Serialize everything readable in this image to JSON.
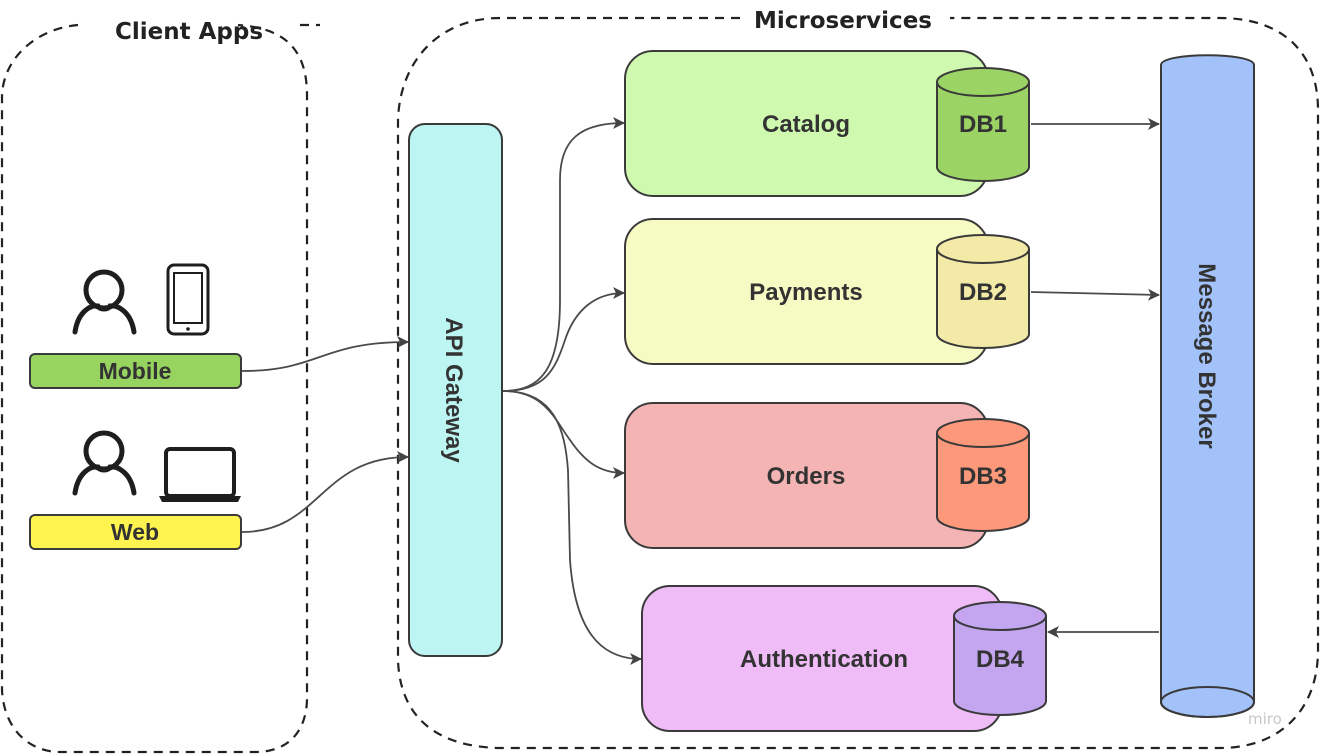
{
  "groups": {
    "client_apps": {
      "title": "Client Apps"
    },
    "microservices": {
      "title": "Microservices"
    }
  },
  "clients": [
    {
      "label": "Mobile",
      "device": "smartphone-icon",
      "user": "user-icon",
      "color": "#96d35f"
    },
    {
      "label": "Web",
      "device": "laptop-icon",
      "user": "user-icon",
      "color": "#fff44f"
    }
  ],
  "gateway": {
    "label": "API Gateway",
    "color": "#bcf5f2"
  },
  "services": [
    {
      "label": "Catalog",
      "color": "#d0f9b0",
      "db": {
        "label": "DB1",
        "color": "#9bd465"
      }
    },
    {
      "label": "Payments",
      "color": "#f6fac3",
      "db": {
        "label": "DB2",
        "color": "#f2eaa6"
      }
    },
    {
      "label": "Orders",
      "color": "#f3b4b3",
      "db": {
        "label": "DB3",
        "color": "#fd987a"
      }
    },
    {
      "label": "Authentication",
      "color": "#f0bcf8",
      "db": {
        "label": "DB4",
        "color": "#c3a6ef"
      }
    }
  ],
  "broker": {
    "label": "Message Broker",
    "color": "#a4c2fa"
  },
  "connections": [
    {
      "from": "Mobile",
      "to": "API Gateway"
    },
    {
      "from": "Web",
      "to": "API Gateway"
    },
    {
      "from": "API Gateway",
      "to": "Catalog"
    },
    {
      "from": "API Gateway",
      "to": "Payments"
    },
    {
      "from": "API Gateway",
      "to": "Orders"
    },
    {
      "from": "API Gateway",
      "to": "Authentication"
    },
    {
      "from": "DB1",
      "to": "Message Broker"
    },
    {
      "from": "DB2",
      "to": "Message Broker"
    },
    {
      "from": "Message Broker",
      "to": "DB4"
    }
  ],
  "watermark": "miro"
}
